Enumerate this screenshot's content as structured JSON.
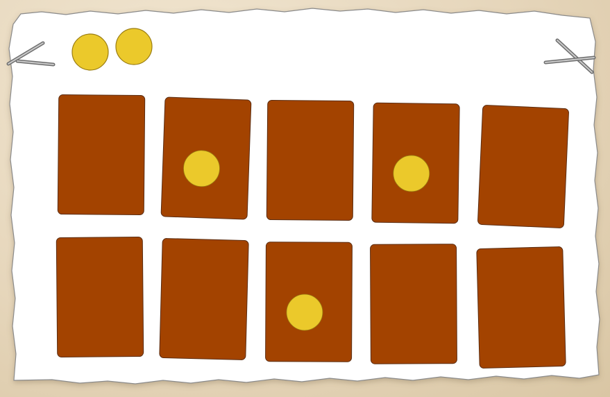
{
  "board": {
    "paper_color": "#ffffff",
    "card_color": "#a34300",
    "card_stroke": "#5a2c10",
    "token_color": "#ebc92b",
    "token_stroke": "#9a7d12"
  },
  "lives": {
    "count": 2
  },
  "grid": {
    "rows": 2,
    "cols": 5,
    "cards_with_token": [
      {
        "row": 1,
        "col": 2
      },
      {
        "row": 1,
        "col": 4
      },
      {
        "row": 2,
        "col": 3
      }
    ]
  },
  "icons": [
    "pin-icon",
    "token-icon"
  ]
}
